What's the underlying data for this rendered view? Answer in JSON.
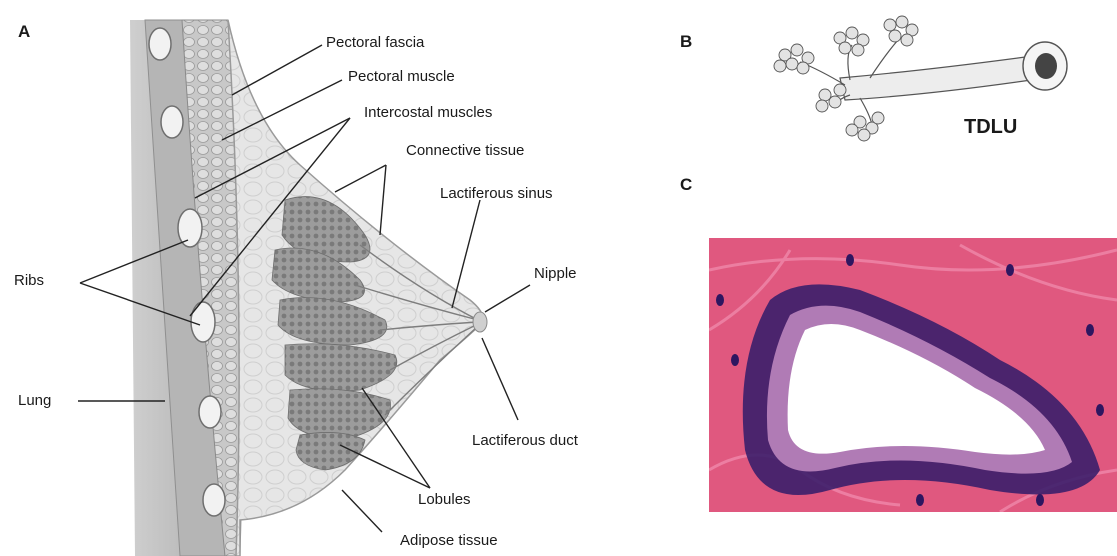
{
  "panels": {
    "a": {
      "letter": "A"
    },
    "b": {
      "letter": "B",
      "label": "TDLU"
    },
    "c": {
      "letter": "C"
    }
  },
  "labels": {
    "pectoral_fascia": "Pectoral fascia",
    "pectoral_muscle": "Pectoral muscle",
    "intercostal_muscles": "Intercostal muscles",
    "connective_tissue": "Connective tissue",
    "lactiferous_sinus": "Lactiferous sinus",
    "nipple": "Nipple",
    "ribs": "Ribs",
    "lung": "Lung",
    "lactiferous_duct": "Lactiferous duct",
    "lobules": "Lobules",
    "adipose_tissue": "Adipose tissue"
  },
  "colors": {
    "stroma_pink": "#e0587f",
    "epithelium_purple": "#3b1f6b",
    "lumen": "#ffffff",
    "anatomy_gray": "#bdbdbd"
  }
}
